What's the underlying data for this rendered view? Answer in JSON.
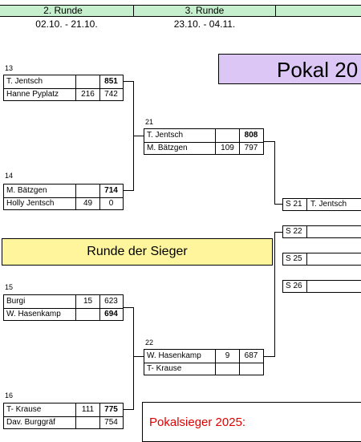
{
  "rounds": [
    {
      "name": "2. Runde",
      "dates": "02.10. - 21.10."
    },
    {
      "name": "3. Runde",
      "dates": "23.10. - 04.11."
    }
  ],
  "title_box": "Pokal 20",
  "sieger_banner": "Runde der Sieger",
  "winner_label": "Pokalsieger 2025:",
  "matches": {
    "m13": {
      "num": "13",
      "p1": {
        "name": "T. Jentsch",
        "hcp": "",
        "score": "851"
      },
      "p2": {
        "name": "Hanne Pyplatz",
        "hcp": "216",
        "score": "742"
      }
    },
    "m14": {
      "num": "14",
      "p1": {
        "name": "M. Bätzgen",
        "hcp": "",
        "score": "714"
      },
      "p2": {
        "name": "Holly Jentsch",
        "hcp": "49",
        "score": "0"
      }
    },
    "m21": {
      "num": "21",
      "p1": {
        "name": "T. Jentsch",
        "hcp": "",
        "score": "808"
      },
      "p2": {
        "name": "M. Bätzgen",
        "hcp": "109",
        "score": "797"
      }
    },
    "m15": {
      "num": "15",
      "p1": {
        "name": "Burgi",
        "hcp": "15",
        "score": "623"
      },
      "p2": {
        "name": "W. Hasenkamp",
        "hcp": "",
        "score": "694"
      }
    },
    "m16": {
      "num": "16",
      "p1": {
        "name": "T- Krause",
        "hcp": "111",
        "score": "775"
      },
      "p2": {
        "name": "Dav. Burggräf",
        "hcp": "",
        "score": "754"
      }
    },
    "m22": {
      "num": "22",
      "p1": {
        "name": "W. Hasenkamp",
        "hcp": "9",
        "score": "687"
      },
      "p2": {
        "name": "T- Krause",
        "hcp": "",
        "score": ""
      }
    }
  },
  "semis": [
    {
      "label": "S 21",
      "value": "T. Jentsch"
    },
    {
      "label": "S 22",
      "value": ""
    },
    {
      "label": "S 25",
      "value": ""
    },
    {
      "label": "S 26",
      "value": ""
    }
  ]
}
